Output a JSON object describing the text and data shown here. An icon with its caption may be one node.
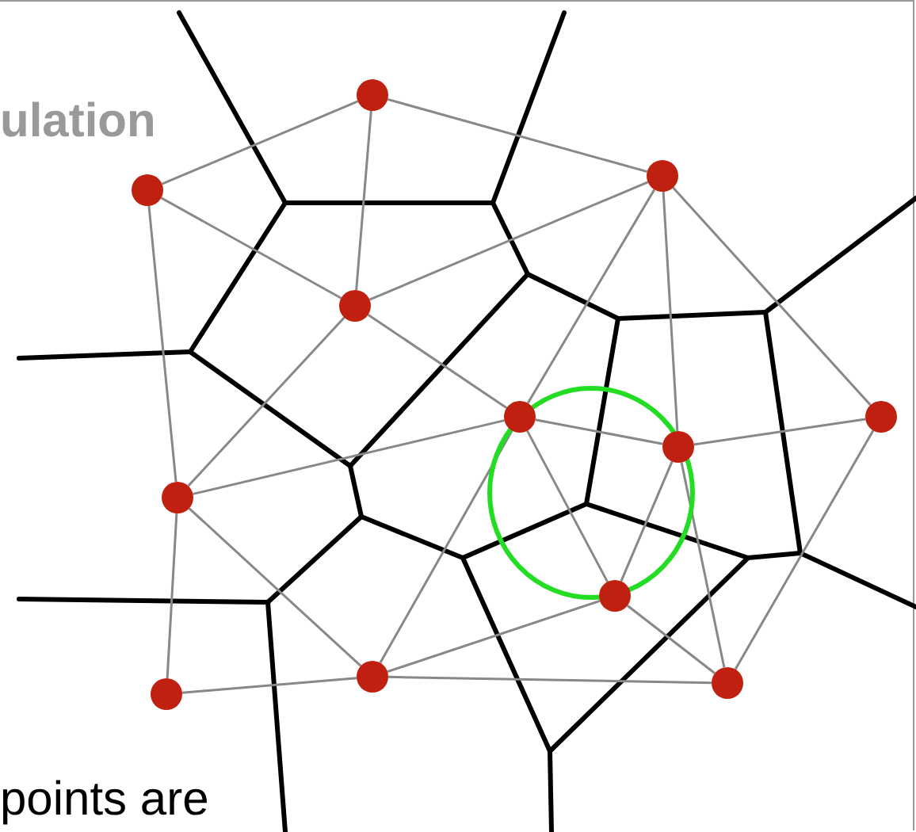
{
  "diagram": {
    "nodes": [
      {
        "text": [],
        "shape": "circle"
      },
      {
        "text": [],
        "shape": "circle"
      },
      {
        "text": [],
        "shape": "circle"
      },
      {
        "text": [],
        "shape": "circle"
      },
      {
        "text": [],
        "shape": "circle"
      },
      {
        "text": [],
        "shape": "circle"
      },
      {
        "text": [],
        "shape": "circle"
      },
      {
        "text": [],
        "shape": "circle"
      },
      {
        "text": [],
        "shape": "circle"
      },
      {
        "text": [],
        "shape": "circle"
      },
      {
        "text": [],
        "shape": "circle"
      },
      {
        "text": [],
        "shape": "circle"
      }
    ],
    "edges": [
      {
        "from": 0,
        "to": 1,
        "arrow": "none"
      },
      {
        "from": 0,
        "to": 3,
        "arrow": "none"
      },
      {
        "from": 0,
        "to": 2,
        "arrow": "none"
      },
      {
        "from": 1,
        "to": 3,
        "arrow": "none"
      },
      {
        "from": 1,
        "to": 7,
        "arrow": "none"
      },
      {
        "from": 3,
        "to": 2,
        "arrow": "none"
      },
      {
        "from": 3,
        "to": 4,
        "arrow": "none"
      },
      {
        "from": 3,
        "to": 7,
        "arrow": "none"
      },
      {
        "from": 2,
        "to": 4,
        "arrow": "none"
      },
      {
        "from": 2,
        "to": 5,
        "arrow": "none"
      },
      {
        "from": 2,
        "to": 6,
        "arrow": "none"
      },
      {
        "from": 4,
        "to": 5,
        "arrow": "none"
      },
      {
        "from": 5,
        "to": 6,
        "arrow": "none"
      },
      {
        "from": 7,
        "to": 4,
        "arrow": "none"
      },
      {
        "from": 7,
        "to": 10,
        "arrow": "none"
      },
      {
        "from": 7,
        "to": 9,
        "arrow": "none"
      },
      {
        "from": 4,
        "to": 9,
        "arrow": "none"
      },
      {
        "from": 4,
        "to": 8,
        "arrow": "none"
      },
      {
        "from": 5,
        "to": 8,
        "arrow": "none"
      },
      {
        "from": 5,
        "to": 11,
        "arrow": "none"
      },
      {
        "from": 6,
        "to": 11,
        "arrow": "none"
      },
      {
        "from": 8,
        "to": 9,
        "arrow": "none"
      },
      {
        "from": 8,
        "to": 11,
        "arrow": "none"
      },
      {
        "from": 9,
        "to": 10,
        "arrow": "none"
      },
      {
        "from": 9,
        "to": 11,
        "arrow": "none"
      }
    ],
    "labels": [
      "ulation",
      "points are"
    ]
  }
}
